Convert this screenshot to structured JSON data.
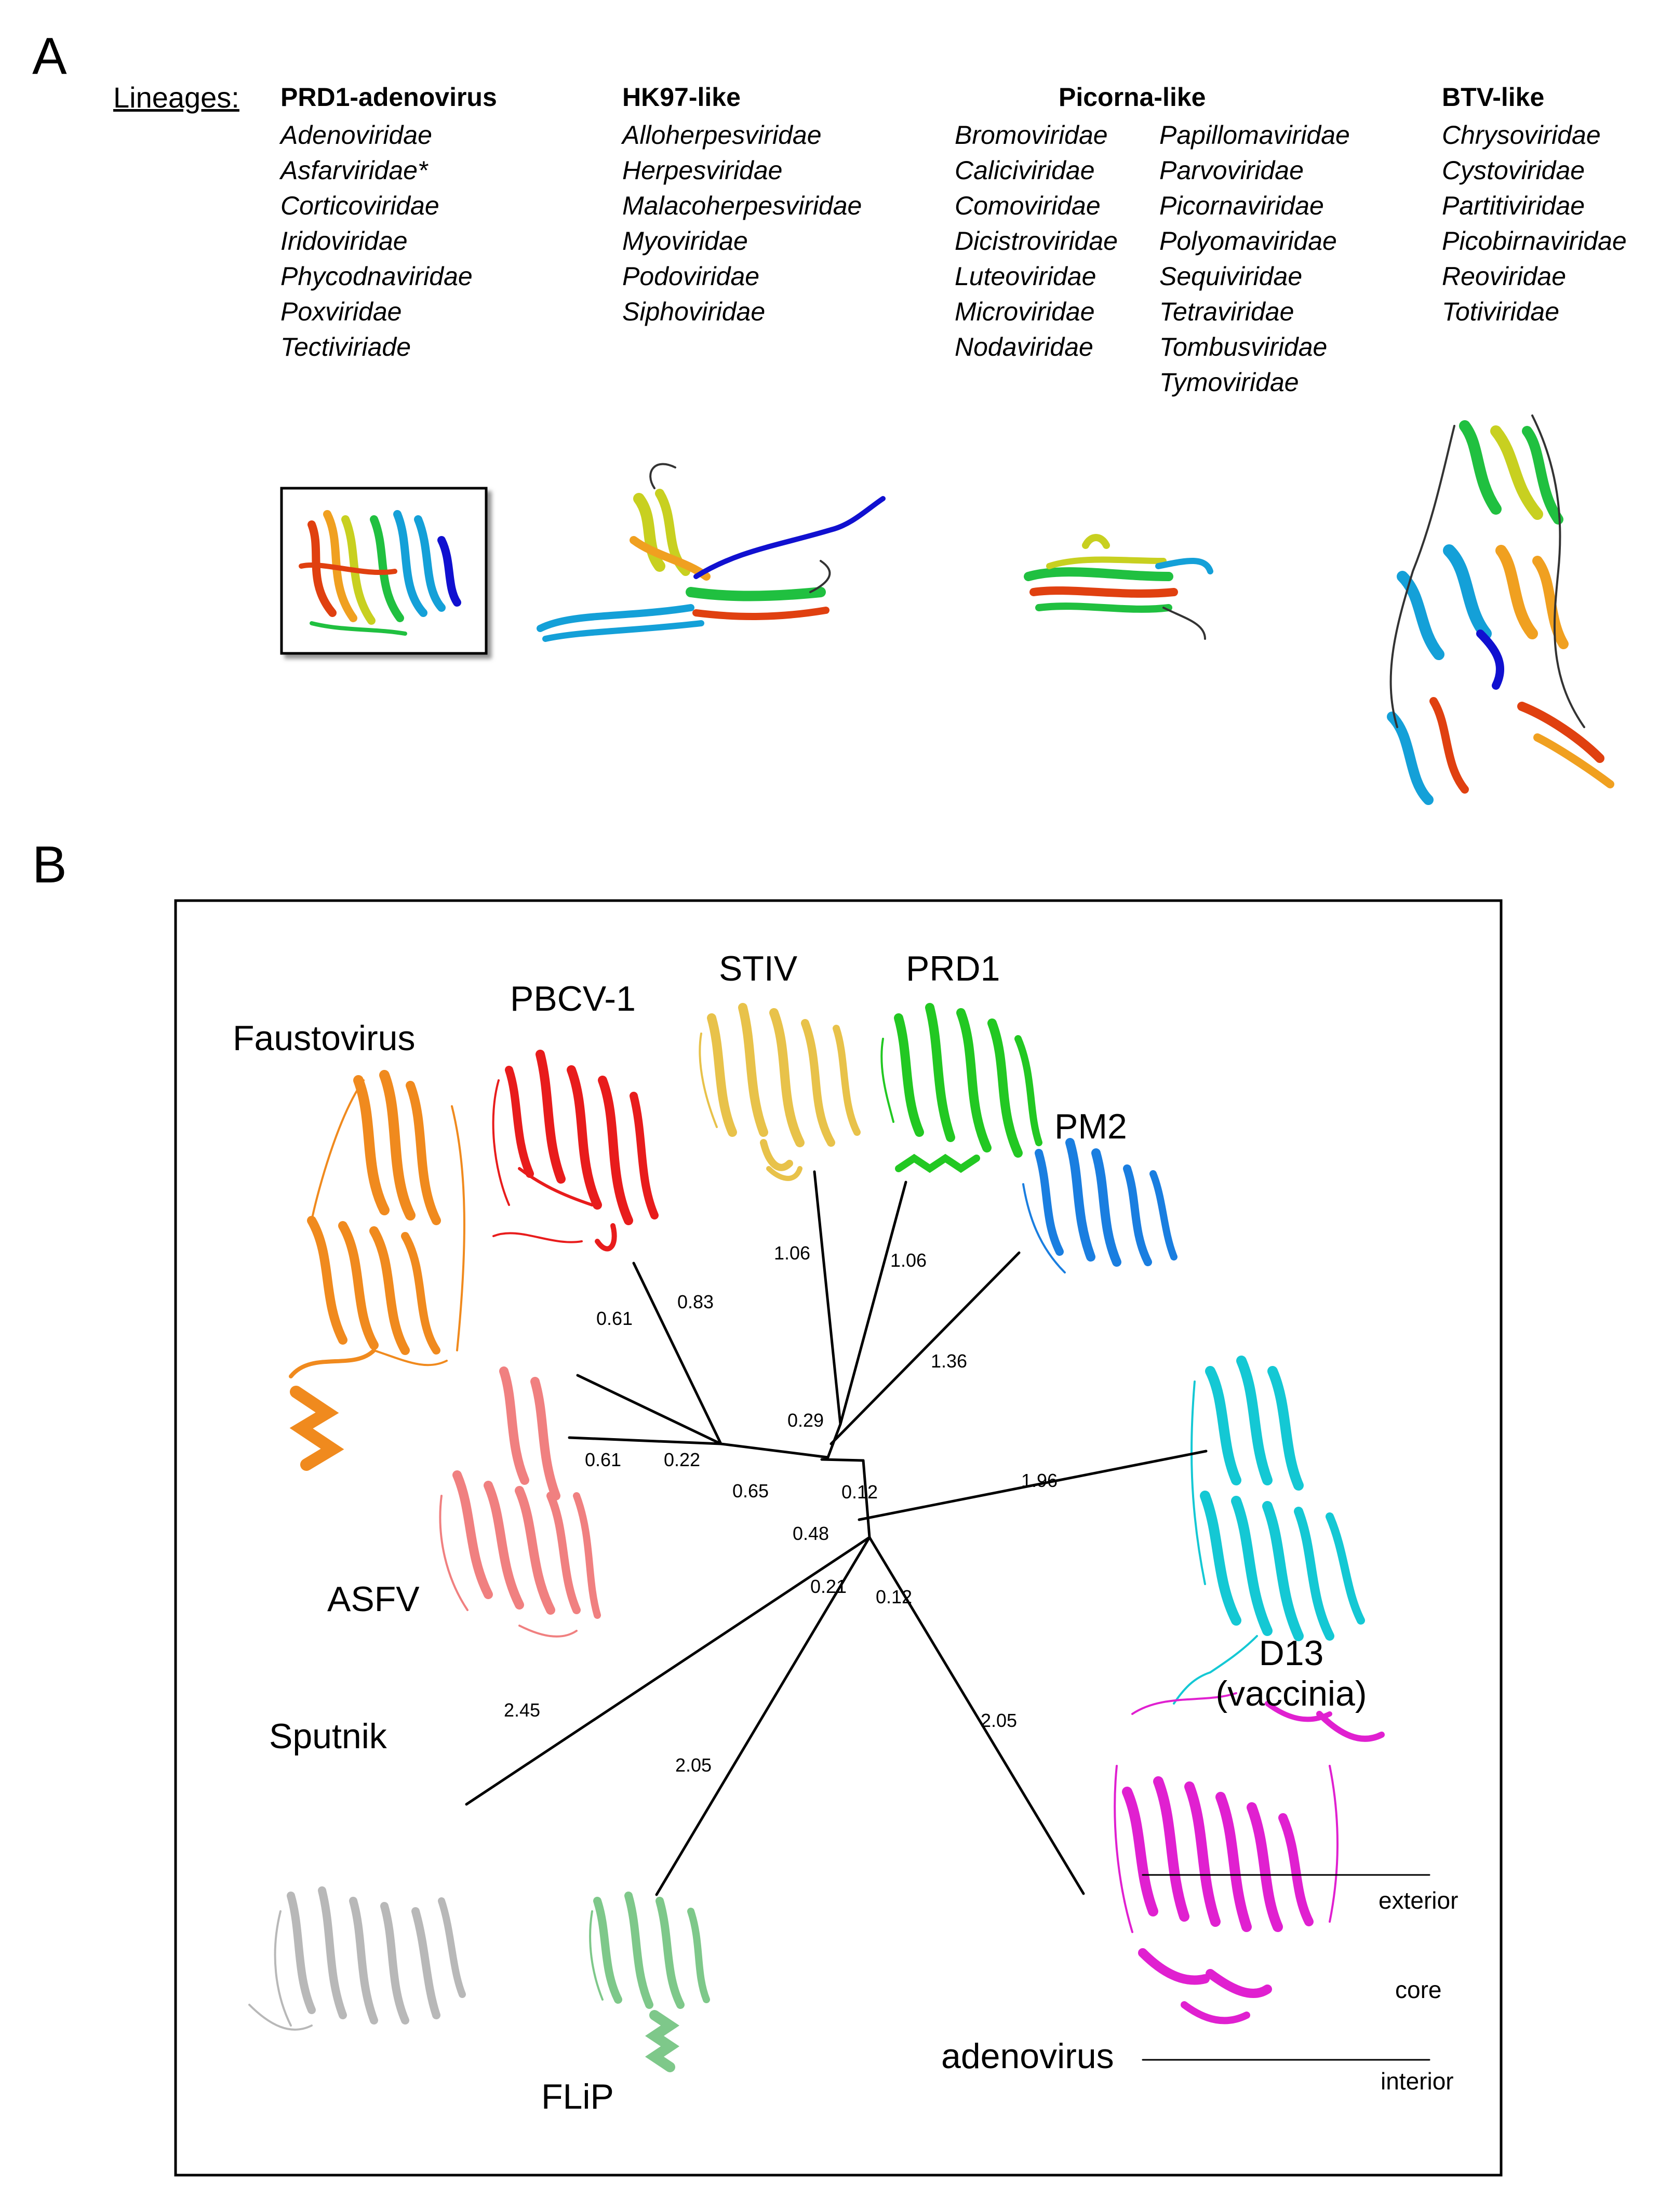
{
  "panel_a": {
    "letter": "A",
    "lineages_label": "Lineages:",
    "lineages": [
      {
        "name": "PRD1-adenovirus",
        "families": [
          "Adenoviridae",
          "Asfarviridae*",
          "Corticoviridae",
          "Iridoviridae",
          "Phycodnaviridae",
          "Poxviridae",
          "Tectiviriade"
        ]
      },
      {
        "name": "HK97-like",
        "families": [
          "Alloherpesviridae",
          "Herpesviridae",
          "Malacoherpesviridae",
          "Myoviridae",
          "Podoviridae",
          "Siphoviridae"
        ]
      },
      {
        "name": "Picorna-like",
        "families_col1": [
          "Bromoviridae",
          "Caliciviridae",
          "Comoviridae",
          "Dicistroviridae",
          "Luteoviridae",
          "Microviridae",
          "Nodaviridae"
        ],
        "families_col2": [
          "Papillomaviridae",
          "Parvoviridae",
          "Picornaviridae",
          "Polyomaviridae",
          "Sequiviridae",
          "Tetraviridae",
          "Tombusviridae",
          "Tymoviridae"
        ]
      },
      {
        "name": "BTV-like",
        "families": [
          "Chrysoviridae",
          "Cystoviridae",
          "Partitiviridae",
          "Picobirnaviridae",
          "Reoviridae",
          "Totiviridae"
        ]
      }
    ]
  },
  "panel_b": {
    "letter": "B",
    "taxa": {
      "faustovirus": "Faustovirus",
      "pbcv1": "PBCV-1",
      "stiv": "STIV",
      "prd1": "PRD1",
      "pm2": "PM2",
      "asfv": "ASFV",
      "d13_line1": "D13",
      "d13_line2": "(vaccinia)",
      "sputnik": "Sputnik",
      "flip": "FLiP",
      "adenovirus": "adenovirus"
    },
    "branch_lengths": {
      "faustovirus": "0.61",
      "pbcv1": "0.83",
      "asfv": "0.61",
      "clade_asfv_pbcv": "0.22",
      "clade_ncldv": "0.65",
      "stiv": "1.06",
      "prd1": "1.06",
      "stiv_prd1": "0.29",
      "pm2": "1.36",
      "upper_node": "0.12",
      "central": "0.48",
      "d13": "1.96",
      "lower_stem": "0.21",
      "lower_node": "0.12",
      "sputnik": "2.45",
      "flip": "2.05",
      "adenovirus": "2.05"
    },
    "adenovirus_regions": {
      "exterior": "exterior",
      "core": "core",
      "interior": "interior"
    },
    "colors": {
      "rainbow": [
        "#1010d0",
        "#14a0d8",
        "#20c040",
        "#c8d020",
        "#f0a020",
        "#e04010"
      ],
      "faustovirus": "#f08a1e",
      "pbcv1": "#e81c1c",
      "stiv": "#e8c24a",
      "prd1": "#22c822",
      "pm2": "#1a7ee0",
      "asfv": "#f08080",
      "d13": "#14c8d4",
      "sputnik": "#b8b8b8",
      "flip": "#7ec88a",
      "adenovirus": "#e020d0"
    }
  }
}
